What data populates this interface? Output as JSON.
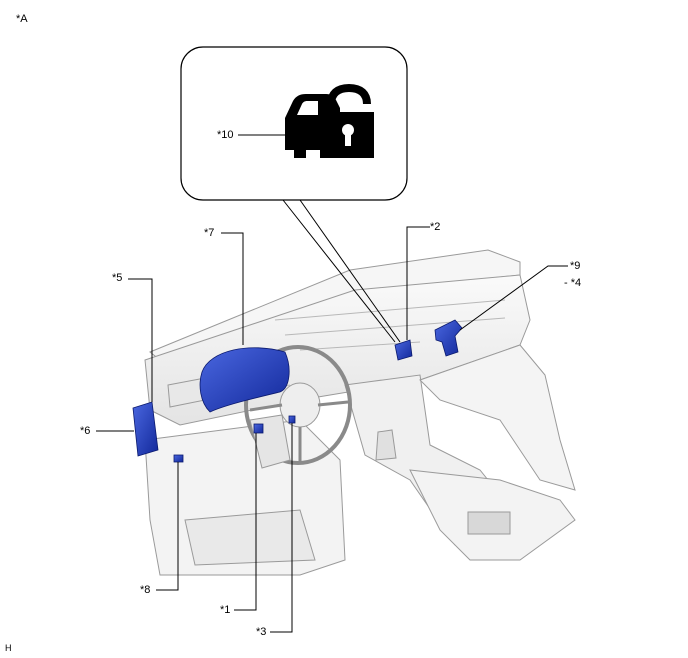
{
  "corner_label": "*A",
  "footer_code": "H",
  "callouts": {
    "c1": "*1",
    "c2": "*2",
    "c3": "*3",
    "c5": "*5",
    "c6": "*6",
    "c7": "*7",
    "c8": "*8",
    "c9": "*9",
    "c9_range": "- *4",
    "c10": "*10"
  },
  "colors": {
    "component_highlight": "#1f3fc8",
    "interior_fill": "#f2f2f2",
    "outline": "#9a9a9a",
    "leader_line": "#000000"
  }
}
